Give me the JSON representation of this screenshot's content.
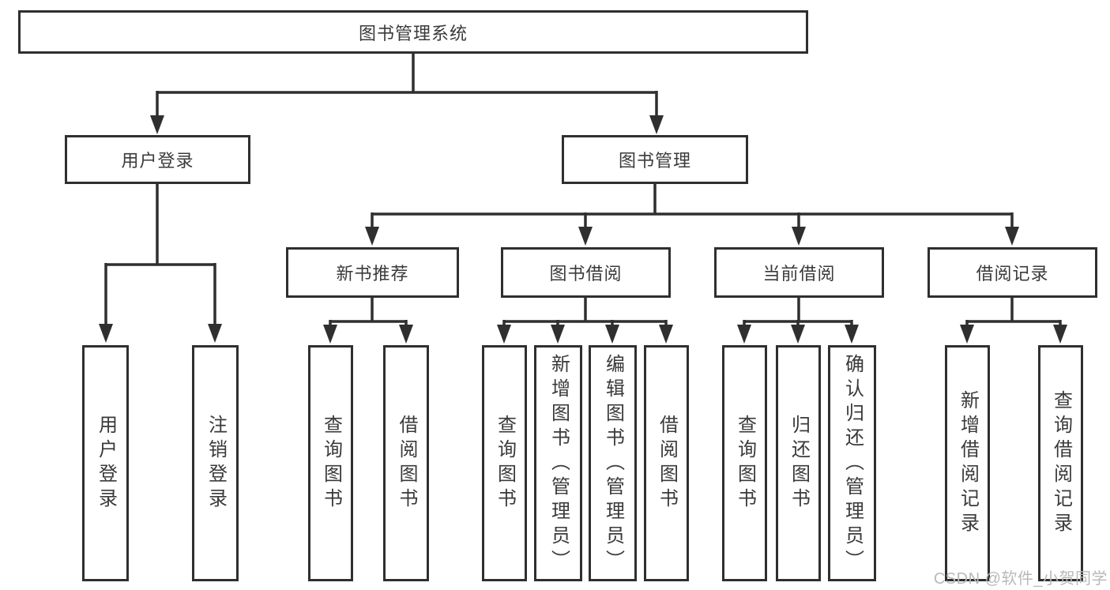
{
  "diagram": {
    "title_node": {
      "label": "图书管理系统"
    },
    "level2": {
      "login": {
        "label": "用户登录"
      },
      "mgmt": {
        "label": "图书管理"
      }
    },
    "level3": {
      "newbook": {
        "label": "新书推荐"
      },
      "borrow": {
        "label": "图书借阅"
      },
      "current": {
        "label": "当前借阅"
      },
      "records": {
        "label": "借阅记录"
      }
    },
    "leaves": {
      "user_login": {
        "label": "用户登录"
      },
      "logout": {
        "label": "注销登录"
      },
      "nb_query": {
        "label": "查询图书"
      },
      "nb_borrow": {
        "label": "借阅图书"
      },
      "bb_query": {
        "label": "查询图书"
      },
      "bb_add": {
        "label": "新增图书（管理员）"
      },
      "bb_edit": {
        "label": "编辑图书（管理员）"
      },
      "bb_borrow": {
        "label": "借阅图书"
      },
      "cb_query": {
        "label": "查询图书"
      },
      "cb_return": {
        "label": "归还图书"
      },
      "cb_confirm": {
        "label": "确认归还（管理员）"
      },
      "rec_add": {
        "label": "新增借阅记录"
      },
      "rec_query": {
        "label": "查询借阅记录"
      }
    },
    "edges": [
      [
        "图书管理系统",
        "用户登录"
      ],
      [
        "图书管理系统",
        "图书管理"
      ],
      [
        "用户登录",
        "用户登录"
      ],
      [
        "用户登录",
        "注销登录"
      ],
      [
        "图书管理",
        "新书推荐"
      ],
      [
        "图书管理",
        "图书借阅"
      ],
      [
        "图书管理",
        "当前借阅"
      ],
      [
        "图书管理",
        "借阅记录"
      ],
      [
        "新书推荐",
        "查询图书"
      ],
      [
        "新书推荐",
        "借阅图书"
      ],
      [
        "图书借阅",
        "查询图书"
      ],
      [
        "图书借阅",
        "新增图书（管理员）"
      ],
      [
        "图书借阅",
        "编辑图书（管理员）"
      ],
      [
        "图书借阅",
        "借阅图书"
      ],
      [
        "当前借阅",
        "查询图书"
      ],
      [
        "当前借阅",
        "归还图书"
      ],
      [
        "当前借阅",
        "确认归还（管理员）"
      ],
      [
        "借阅记录",
        "新增借阅记录"
      ],
      [
        "借阅记录",
        "查询借阅记录"
      ]
    ],
    "colors": {
      "line": "#2f2f2f",
      "text": "#3a3a3a",
      "background": "#ffffff",
      "watermark": "#b9b9b9"
    }
  },
  "watermark": {
    "text": "CSDN @软件_小贺同学"
  }
}
